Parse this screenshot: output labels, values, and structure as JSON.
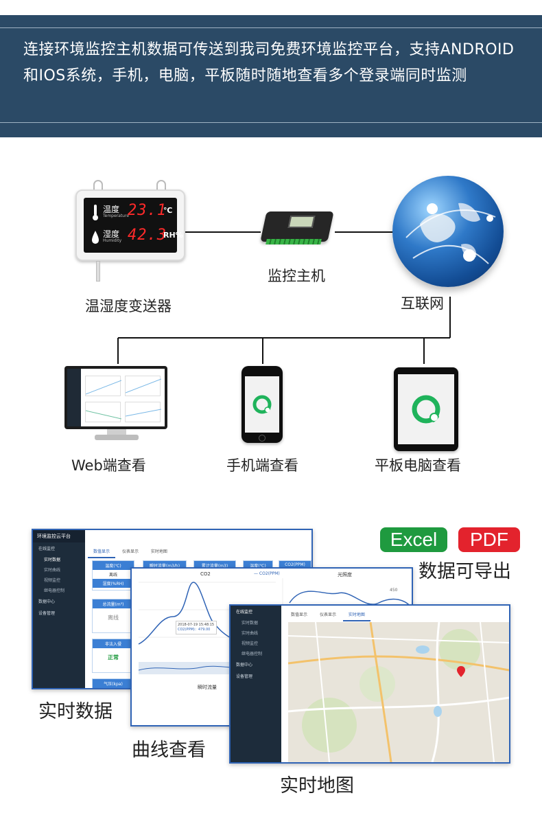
{
  "banner": {
    "text": "连接环境监控主机数据可传送到我司免费环境监控平台，支持ANDROID和IOS系统，手机，电脑，平板随时随地查看多个登录端同时监测"
  },
  "devices": {
    "sensor_label": "温湿度变送器",
    "host_label": "监控主机",
    "internet_label": "互联网",
    "web_label": "Web端查看",
    "phone_label": "手机端查看",
    "tablet_label": "平板电脑查看"
  },
  "led": {
    "temp_name": "温度",
    "temp_sub": "Temperature",
    "temp_value": "23.1",
    "temp_unit": "℃",
    "hum_name": "湿度",
    "hum_sub": "Humidity",
    "hum_value": "42.3",
    "hum_unit": "RH%"
  },
  "export": {
    "excel": "Excel",
    "pdf": "PDF",
    "label": "数据可导出",
    "excel_color": "#1f9a3f",
    "pdf_color": "#e3232d"
  },
  "screens": {
    "realtime_caption": "实时数据",
    "curve_caption": "曲线查看",
    "map_caption": "实时地图",
    "platform_title": "环境监控云平台",
    "menu_online": "在线监控",
    "menu_realtime": "实时数据",
    "menu_curve": "实时曲线",
    "menu_video": "视频监控",
    "menu_relay": "继电器控制",
    "menu_data": "数据中心",
    "menu_device": "设备管理",
    "tab_value": "数值显示",
    "tab_gauge": "仪表显示",
    "tab_map": "实时地图",
    "table_headers": [
      "温度(℃)",
      "瞬时流量(m3/h)",
      "累计流量(m3)",
      "温度(℃)",
      "CO2(PPM)"
    ],
    "cell_offline": "离线",
    "cell_humidity": "湿度(%RH)",
    "cell_total_flow": "总流量(m³)",
    "cell_intrusion": "非法入侵",
    "cell_normal": "正常",
    "cell_pressure": "气压(kpa)",
    "chart_co2": "CO2",
    "chart_co2_legend": "— CO2(PPM)",
    "chart_light": "光照度",
    "chart_flow": "瞬时流量",
    "tooltip_time": "2018-07-19 15:48:15",
    "tooltip_value": "CO2(PPM)：479.00",
    "axis_450": "450"
  },
  "colors": {
    "banner": "#2b4a66",
    "window_border": "#2f63b5",
    "sidebar": "#1d2c3b",
    "app_green": "#1fb35b"
  }
}
